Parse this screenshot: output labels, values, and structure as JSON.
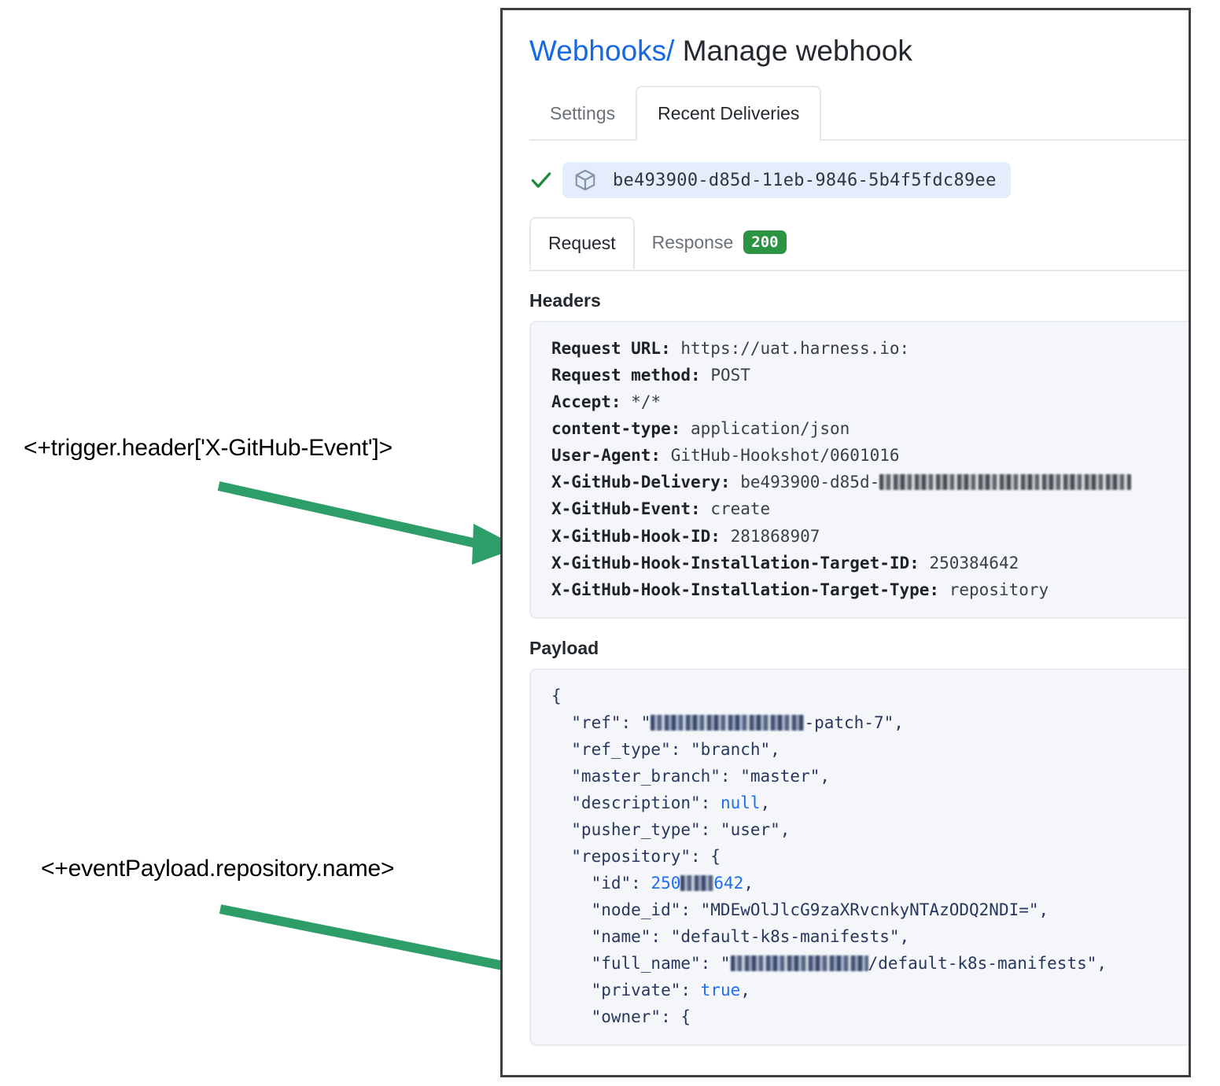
{
  "annotations": [
    {
      "id": "header-expression",
      "text": "<+trigger.header['X-GitHub-Event']>"
    },
    {
      "id": "payload-expression",
      "text": "<+eventPayload.repository.name>"
    }
  ],
  "colors": {
    "arrow_green": "#2e9e68",
    "link_blue": "#1668e3",
    "status_green": "#2a9442",
    "pill_blue": "#e4edfb",
    "code_bg": "#f4f6f9",
    "json_key_navy": "#27375e",
    "json_literal_blue": "#1f6feb"
  },
  "page": {
    "breadcrumb_link": "Webhooks",
    "breadcrumb_separator": "/",
    "breadcrumb_current": "Manage webhook"
  },
  "tabs": [
    {
      "label": "Settings",
      "active": false
    },
    {
      "label": "Recent Deliveries",
      "active": true
    }
  ],
  "delivery": {
    "status_icon": "check-icon",
    "package_icon": "cube-icon",
    "guid": "be493900-d85d-11eb-9846-5b4f5fdc89ee"
  },
  "subtabs": [
    {
      "label": "Request",
      "active": true,
      "badge": null
    },
    {
      "label": "Response",
      "active": false,
      "badge": "200"
    }
  ],
  "headers_section": {
    "label": "Headers",
    "rows": [
      {
        "key": "Request URL:",
        "value": "https://uat.harness.io:",
        "redacted": false
      },
      {
        "key": "Request method:",
        "value": "POST",
        "redacted": false
      },
      {
        "key": "Accept:",
        "value": "*/*",
        "redacted": false
      },
      {
        "key": "content-type:",
        "value": "application/json",
        "redacted": false
      },
      {
        "key": "User-Agent:",
        "value": "GitHub-Hookshot/0601016",
        "redacted": false
      },
      {
        "key": "X-GitHub-Delivery:",
        "value": "be493900-d85d-11eb-9846-5b4f5fdc89ee",
        "redacted": true,
        "visible_prefix": "be493900-d85d-"
      },
      {
        "key": "X-GitHub-Event:",
        "value": "create",
        "redacted": false
      },
      {
        "key": "X-GitHub-Hook-ID:",
        "value": "281868907",
        "redacted": false
      },
      {
        "key": "X-GitHub-Hook-Installation-Target-ID:",
        "value": "250384642",
        "redacted": false
      },
      {
        "key": "X-GitHub-Hook-Installation-Target-Type:",
        "value": "repository",
        "redacted": false
      }
    ]
  },
  "payload_section": {
    "label": "Payload",
    "lines": [
      "{",
      "  \"ref\": \"[redacted]-patch-7\",",
      "  \"ref_type\": \"branch\",",
      "  \"master_branch\": \"master\",",
      "  \"description\": null,",
      "  \"pusher_type\": \"user\",",
      "  \"repository\": {",
      "    \"id\": 250384642,",
      "    \"node_id\": \"MDEwOlJlcG9zaXRvcnkyNTAzODQ2NDI=\",",
      "    \"name\": \"default-k8s-manifests\",",
      "    \"full_name\": \"[redacted]/default-k8s-manifests\",",
      "    \"private\": true,",
      "    \"owner\": {"
    ]
  }
}
